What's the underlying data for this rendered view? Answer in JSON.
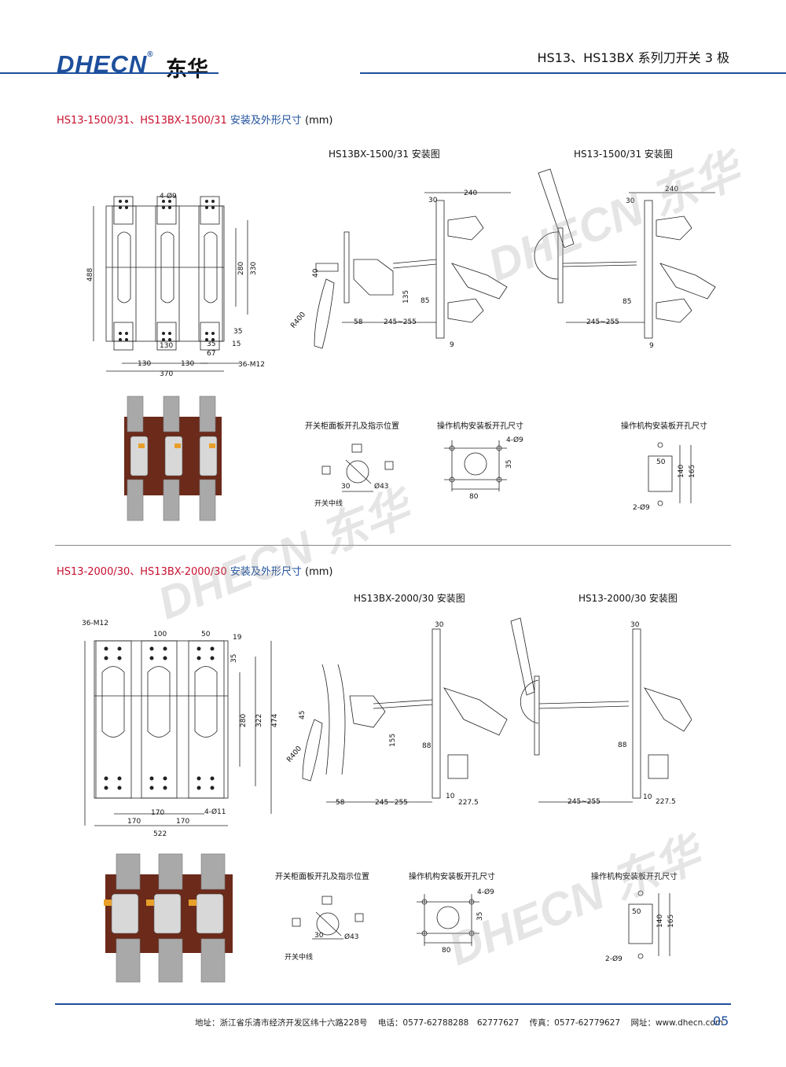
{
  "header": {
    "logo_text": "DHECN",
    "logo_reg": "®",
    "logo_cn": "东华",
    "title": "HS13、HS13BX 系列刀开关 3 极"
  },
  "section1": {
    "title_red": "HS13-1500/31、HS13BX-1500/31",
    "title_blue": " 安装及外形尺寸",
    "title_unit": " (mm)",
    "diagram_bx_title": "HS13BX-1500/31 安装图",
    "diagram_std_title": "HS13-1500/31 安装图",
    "panel_hole_title": "开关柜面板开孔及指示位置",
    "mech_plate_title_1": "操作机构安装板开孔尺寸",
    "mech_plate_title_2": "操作机构安装板开孔尺寸",
    "switch_centerline": "开关中线",
    "dims_front": [
      "4-Ø9",
      "488",
      "280",
      "330",
      "35",
      "35",
      "15",
      "67",
      "130",
      "130",
      "130",
      "370",
      "36-M12"
    ],
    "dims_bx": [
      "30",
      "240",
      "40",
      "135",
      "85",
      "58",
      "245~255",
      "R400",
      "9"
    ],
    "dims_std": [
      "30",
      "240",
      "85",
      "245~255",
      "9"
    ],
    "dims_panel": [
      "30",
      "Ø43"
    ],
    "dims_mech1": [
      "4-Ø9",
      "35",
      "80"
    ],
    "dims_mech2": [
      "50",
      "140",
      "165",
      "2-Ø9"
    ]
  },
  "section2": {
    "title_red": "HS13-2000/30、HS13BX-2000/30",
    "title_blue": " 安装及外形尺寸",
    "title_unit": " (mm)",
    "diagram_bx_title": "HS13BX-2000/30 安装图",
    "diagram_std_title": "HS13-2000/30 安装图",
    "panel_hole_title": "开关柜面板开孔及指示位置",
    "mech_plate_title_1": "操作机构安装板开孔尺寸",
    "mech_plate_title_2": "操作机构安装板开孔尺寸",
    "switch_centerline": "开关中线",
    "dims_front": [
      "36-M12",
      "100",
      "50",
      "19",
      "35",
      "280",
      "322",
      "474",
      "170",
      "170",
      "170",
      "522",
      "4-Ø11"
    ],
    "dims_bx": [
      "30",
      "45",
      "155",
      "88",
      "58",
      "245~255",
      "10",
      "227.5",
      "R400"
    ],
    "dims_std": [
      "30",
      "88",
      "245~255",
      "10",
      "227.5"
    ],
    "dims_panel": [
      "30",
      "Ø43"
    ],
    "dims_mech1": [
      "4-Ø9",
      "35",
      "80"
    ],
    "dims_mech2": [
      "50",
      "140",
      "165",
      "2-Ø9"
    ]
  },
  "footer": {
    "address": "地址：浙江省乐清市经济开发区纬十六路228号",
    "phone": "电话：0577-62788288　62777627",
    "fax": "传真：0577-62779627",
    "web": "网址：www.dhecn.com",
    "page": "05"
  },
  "watermark": "DHECN 东华",
  "colors": {
    "brand_blue": "#1d4f9c",
    "red": "#c8102e",
    "copper": "#6b2a1a"
  }
}
